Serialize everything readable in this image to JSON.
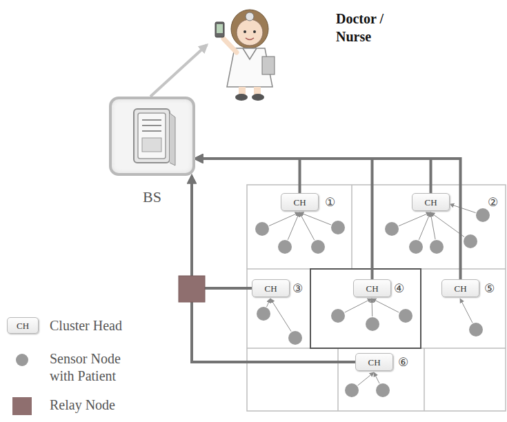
{
  "diagram": {
    "nodes": [
      {
        "text": [
          "Doctor / Nurse"
        ]
      },
      {
        "text": [
          "BS"
        ]
      },
      {
        "text": [
          "CH",
          "①"
        ]
      },
      {
        "text": [
          "CH",
          "②"
        ]
      },
      {
        "text": [
          "CH",
          "③"
        ]
      },
      {
        "text": [
          "CH",
          "④"
        ]
      },
      {
        "text": [
          "CH",
          "⑤"
        ]
      },
      {
        "text": [
          "CH",
          "⑥"
        ]
      }
    ],
    "edges": [
      {
        "from": 1,
        "to": 0,
        "arrow": "to"
      },
      {
        "from": 2,
        "to": 1,
        "arrow": "to"
      },
      {
        "from": 3,
        "to": 1,
        "arrow": "to"
      },
      {
        "from": 5,
        "to": 1,
        "arrow": "to"
      },
      {
        "from": 6,
        "to": 1,
        "arrow": "to"
      },
      {
        "from": 4,
        "to": 1,
        "arrow": "to"
      },
      {
        "from": 7,
        "to": 1,
        "arrow": "to"
      }
    ],
    "labels": [
      "CH"
    ],
    "legend": [
      {
        "text": "Cluster Head"
      },
      {
        "text": "Sensor Node with Patient"
      },
      {
        "text": "Relay Node",
        "color": "#8f6f6f"
      }
    ]
  }
}
